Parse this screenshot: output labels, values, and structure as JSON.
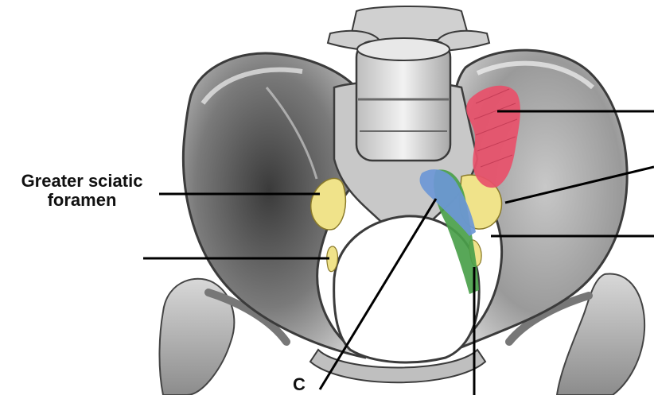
{
  "labels": {
    "greater_sciatic_line1": "Greater sciatic",
    "greater_sciatic_line2": "foramen",
    "bottom_partial": "C"
  },
  "colors": {
    "bone_light": "#e6e6e6",
    "bone_mid": "#b9b9b9",
    "bone_dark": "#5a5a5a",
    "foramen_yellow": "#f0e38a",
    "muscle_red": "#e8506a",
    "ligament_blue": "#6c97d6",
    "ligament_green": "#4aa04a",
    "leader_line": "#000000"
  },
  "icons": [
    "pelvis-illustration"
  ]
}
